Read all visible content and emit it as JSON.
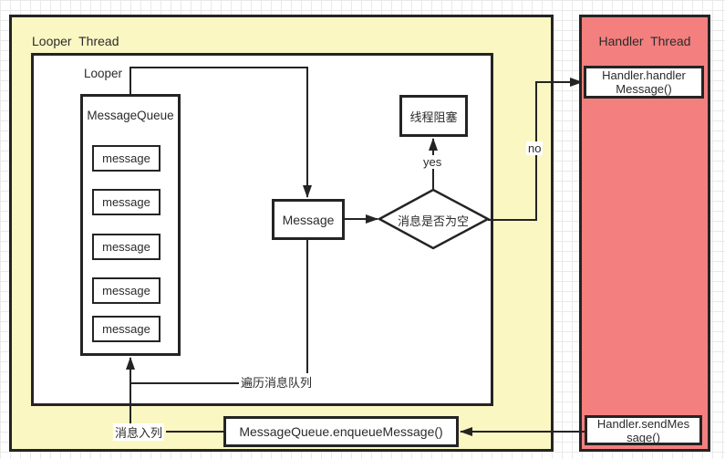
{
  "looper_thread": {
    "title": "Looper  Thread",
    "looper_label": "Looper",
    "message_queue_title": "MessageQueue",
    "messages": [
      "message",
      "message",
      "message",
      "message",
      "message"
    ],
    "message_node": "Message",
    "decision_node": "消息是否为空",
    "blocked_node": "线程阻塞",
    "yes_label": "yes",
    "no_label": "no",
    "traverse_label": "遍历消息队列",
    "enqueue_label": "消息入列",
    "enqueue_node": "MessageQueue.enqueueMessage()"
  },
  "handler_thread": {
    "title": "Handler  Thread",
    "handler_message_node_line1": "Handler.handler",
    "handler_message_node_line2": "Message()",
    "send_message_node_line1": "Handler.sendMes",
    "send_message_node_line2": "sage()"
  },
  "colors": {
    "looper_fill": "#FBF7C3",
    "handler_fill": "#F47F7F",
    "stroke": "#242424",
    "grid": "#e9e9e9",
    "node_fill": "#ffffff"
  }
}
